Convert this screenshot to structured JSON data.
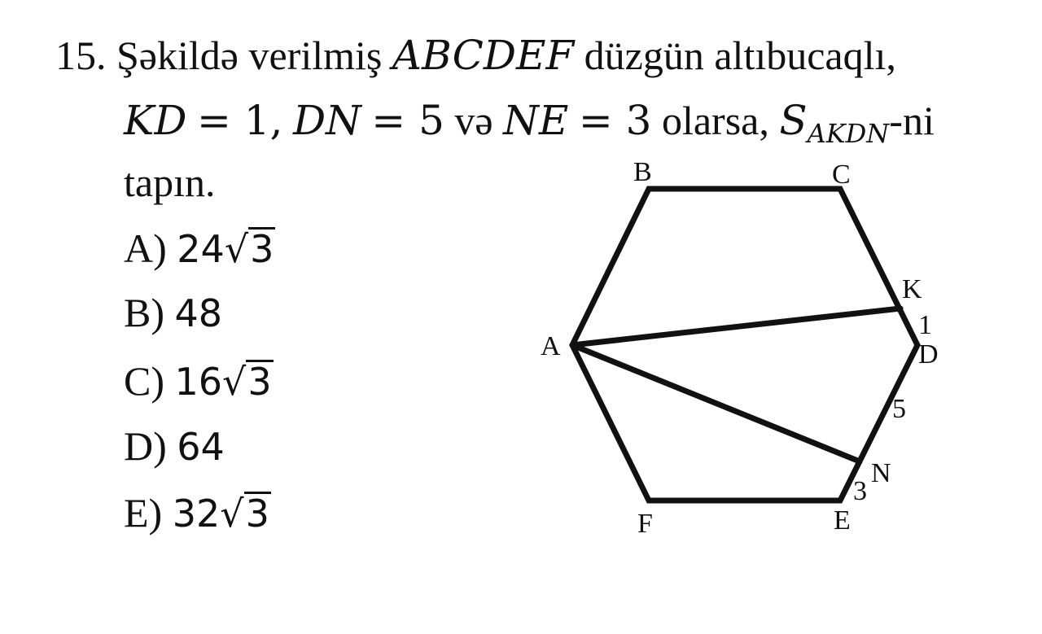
{
  "problem": {
    "number": "15.",
    "line1_text": "Şəkildə verilmiş",
    "line1_math": "ABCDEF",
    "line1_tail": "düzgün altıbucaqlı,",
    "line2_kd": "KD",
    "line2_kd_val": "= 1,",
    "line2_dn": "DN",
    "line2_dn_val": "= 5",
    "line2_and": "və",
    "line2_ne": "NE",
    "line2_ne_val": "= 3",
    "line2_tail": "olarsa,",
    "line2_area": "S",
    "line2_area_sub": "AKDN",
    "line2_suffix": "-ni",
    "line3": "tapın."
  },
  "options": [
    {
      "letter": "A)",
      "value": "24",
      "radicand": "3"
    },
    {
      "letter": "B)",
      "value": "48",
      "radicand": ""
    },
    {
      "letter": "C)",
      "value": "16",
      "radicand": "3"
    },
    {
      "letter": "D)",
      "value": "64",
      "radicand": ""
    },
    {
      "letter": "E)",
      "value": "32",
      "radicand": "3"
    }
  ],
  "figure": {
    "labels": {
      "A": "A",
      "B": "B",
      "C": "C",
      "D": "D",
      "E": "E",
      "F": "F",
      "K": "K",
      "N": "N",
      "kd": "1",
      "dn": "5",
      "ne": "3"
    },
    "stroke_color": "#111111"
  }
}
